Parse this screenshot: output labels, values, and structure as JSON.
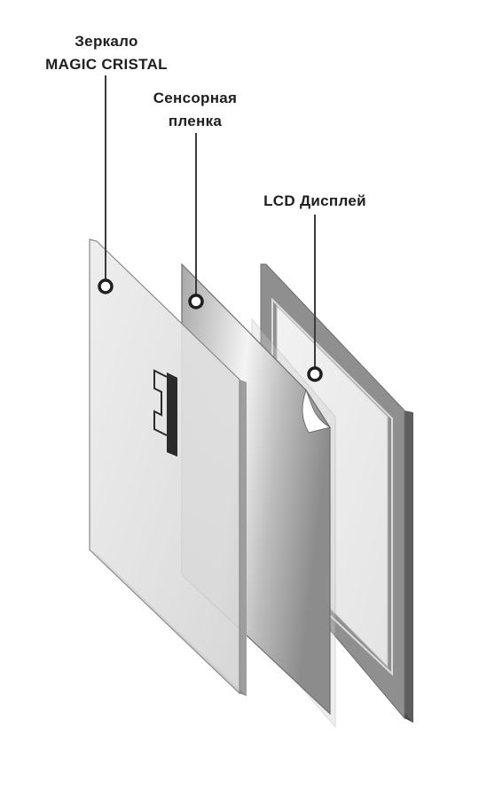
{
  "layers": [
    {
      "id": "mirror",
      "label_lines": [
        "Зеркало",
        "MAGIC CRISTAL"
      ]
    },
    {
      "id": "touch-film",
      "label_lines": [
        "Сенсорная",
        "пленка"
      ]
    },
    {
      "id": "lcd",
      "label_lines": [
        "LCD Дисплей"
      ]
    }
  ],
  "colors": {
    "background": "#ffffff",
    "text": "#1e1e1e",
    "leader_line": "#3a3a3a",
    "lcd_frame": "#8f8f8f",
    "mirror_glass": "#e3e3e3",
    "film_gradient": [
      "#9a9a9a",
      "#f2f2f2",
      "#8a8a8a"
    ]
  }
}
